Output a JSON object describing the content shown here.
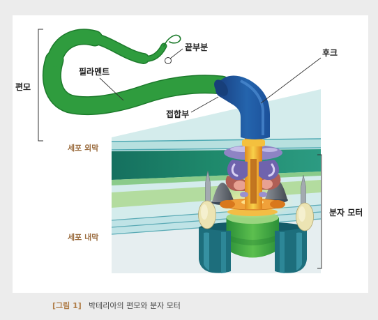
{
  "figure": {
    "labels": {
      "flagellum": "편모",
      "filament": "필라멘트",
      "tip": "끝부분",
      "hook": "후크",
      "junction": "접합부",
      "outer_membrane": "세포 외막",
      "inner_membrane": "세포 내막",
      "molecular_motor": "분자 모터"
    },
    "caption": {
      "number": "[그림 1]",
      "text": "박테리아의 편모와 분자 모터"
    }
  },
  "colors": {
    "filament": "#2f9c3e",
    "hook": "#2464ad",
    "membrane_label": "#9a6b3d",
    "caption_accent": "#b07d48"
  }
}
